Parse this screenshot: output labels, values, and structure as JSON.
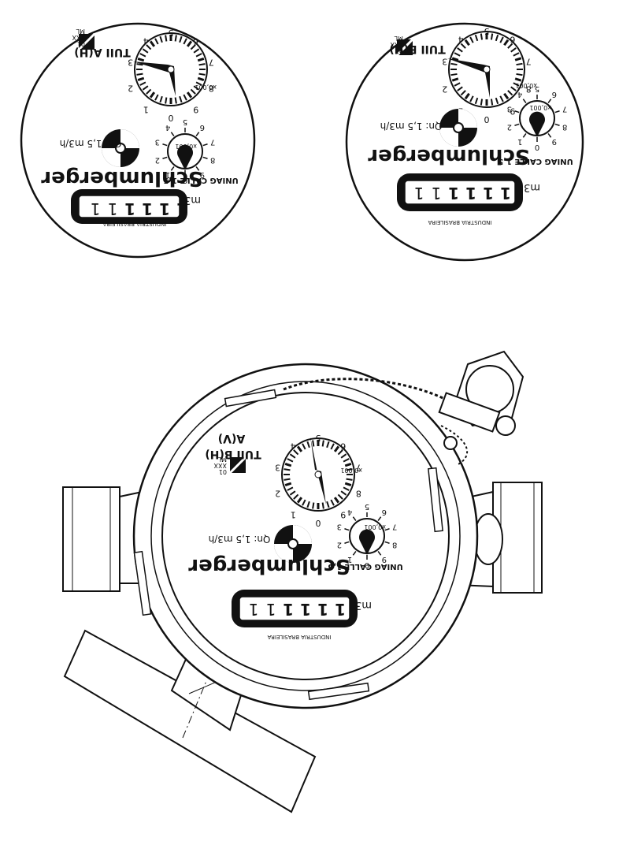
{
  "meter_faces": [
    {
      "brand": "Schlumberger",
      "flow_rate": "Qn: 1,5 m3/h",
      "dial_mark": "TUII A(H)",
      "pointer_dial_label": "x0,001",
      "small_dial_label": "x0,001",
      "digits": [
        "1",
        "1",
        "1",
        "1",
        "1",
        "1"
      ],
      "unit": "m3",
      "footer": "INDUSTRIA BRASILEIRA",
      "model": "UNIAG CALLE 1,5",
      "logo_lines": [
        "01",
        "XXX",
        "ML"
      ],
      "dial_numbers": [
        "0",
        "1",
        "2",
        "3",
        "4",
        "5",
        "6",
        "7",
        "8",
        "9"
      ]
    },
    {
      "brand": "Schlumberger",
      "flow_rate": "Qn: 1,5 m3/h",
      "dial_mark": "TUII B(H)",
      "pointer_dial_label": "x0,001",
      "small_dial_label": "x0,001",
      "digits": [
        "1",
        "1",
        "1",
        "1",
        "1",
        "1"
      ],
      "unit": "m3",
      "footer": "INDUSTRIA BRASILEIRA",
      "model": "UNIAG CALLE 1,5",
      "logo_lines": [
        "01",
        "XXX",
        "ML"
      ],
      "dial_numbers": [
        "0",
        "1",
        "2",
        "3",
        "4",
        "5",
        "6",
        "7",
        "8",
        "9"
      ]
    }
  ],
  "assembly": {
    "brand": "Schlumberger",
    "flow_rate": "Qn: 1,5 m3/h",
    "dial_mark": "TUII B(H)",
    "variant_mark": "A(V)",
    "pointer_dial_label": "x0,001",
    "small_dial_label": "x0,001",
    "digits": [
      "1",
      "1",
      "1",
      "1",
      "1",
      "1"
    ],
    "unit": "m3",
    "footer": "INDUSTRIA BRASILEIRA",
    "model": "UNIAG CALLE 1,5",
    "logo_lines": [
      "01",
      "XXX",
      "ML"
    ],
    "dial_numbers": [
      "0",
      "1",
      "2",
      "3",
      "4",
      "5",
      "6",
      "7",
      "8",
      "9"
    ]
  },
  "colors": {
    "ink": "#111111",
    "paper": "#ffffff"
  }
}
